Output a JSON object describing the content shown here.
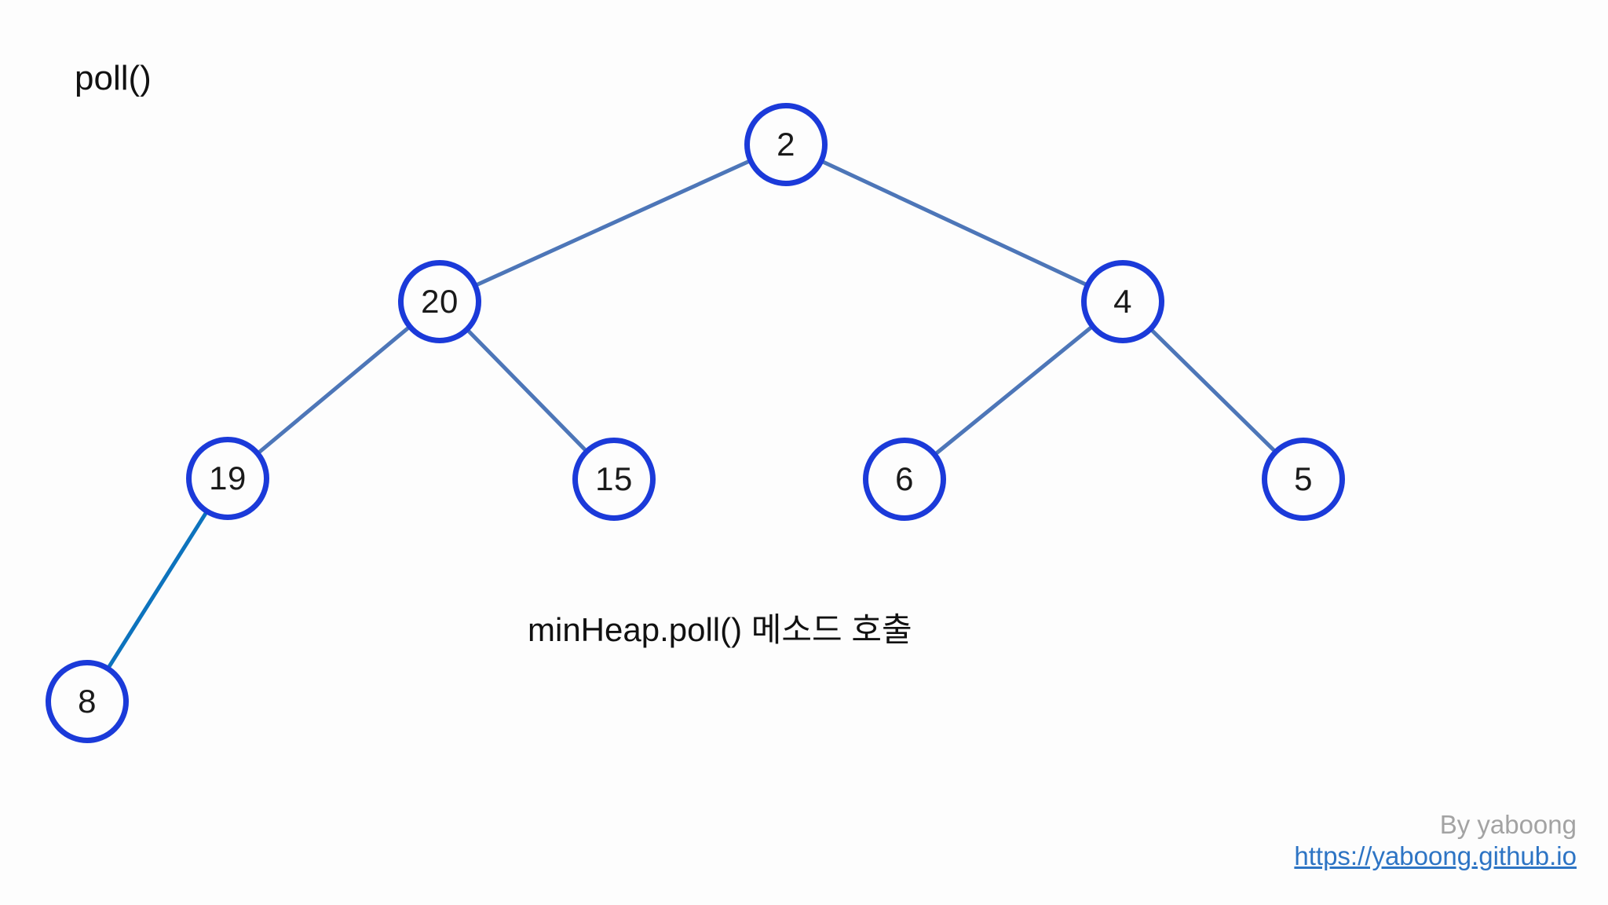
{
  "labels": {
    "operation": "poll()",
    "caption": "minHeap.poll() 메소드 호출"
  },
  "attribution": {
    "author": "By yaboong",
    "link": "https://yaboong.github.io"
  },
  "colors": {
    "node_border": "#1b3ad9",
    "node_fill": "#fdfdfd",
    "edge": "#4d76b8",
    "edge_highlight": "#0d73bd",
    "node_text": "#1a1a1a",
    "author_gray": "#a3a3a3",
    "link_blue": "#2d74c4",
    "background": "#fdfdfd"
  },
  "tree": {
    "structure": "binary-min-heap",
    "level_order": [
      "2",
      "20",
      "4",
      "19",
      "15",
      "6",
      "5",
      "8"
    ],
    "nodes": [
      {
        "value": "2"
      },
      {
        "value": "20"
      },
      {
        "value": "4"
      },
      {
        "value": "19"
      },
      {
        "value": "15"
      },
      {
        "value": "6"
      },
      {
        "value": "5"
      },
      {
        "value": "8"
      }
    ],
    "edges": [
      {
        "from": "2",
        "to": "20",
        "highlighted": false
      },
      {
        "from": "2",
        "to": "4",
        "highlighted": false
      },
      {
        "from": "20",
        "to": "19",
        "highlighted": false
      },
      {
        "from": "20",
        "to": "15",
        "highlighted": false
      },
      {
        "from": "4",
        "to": "6",
        "highlighted": false
      },
      {
        "from": "4",
        "to": "5",
        "highlighted": false
      },
      {
        "from": "19",
        "to": "8",
        "highlighted": true
      }
    ]
  }
}
